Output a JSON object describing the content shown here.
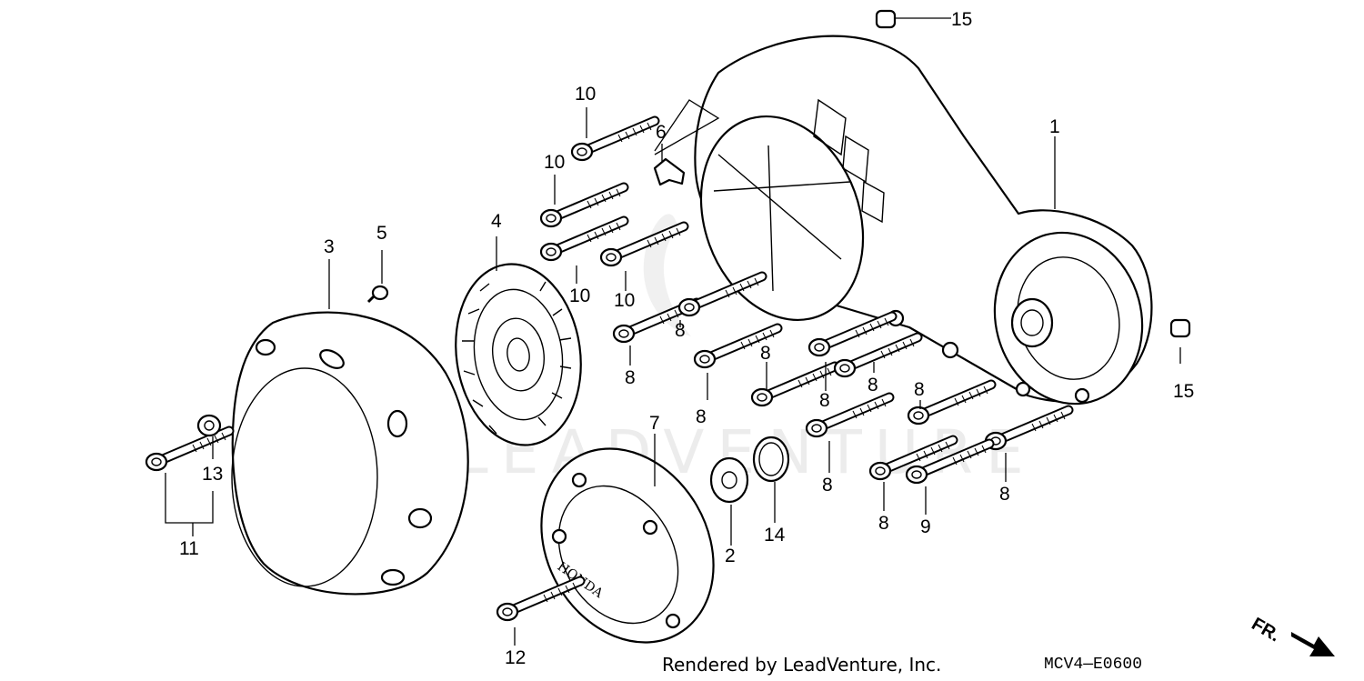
{
  "callouts": {
    "c1": "1",
    "c2": "2",
    "c3": "3",
    "c4": "4",
    "c5": "5",
    "c6": "6",
    "c7": "7",
    "c8": "8",
    "c9": "9",
    "c10": "10",
    "c11": "11",
    "c12": "12",
    "c13": "13",
    "c14": "14",
    "c15": "15"
  },
  "cover_emblem": "HONDA",
  "watermark": "LEADVENTURE",
  "direction_label": "FR.",
  "footer": {
    "credit": "Rendered by LeadVenture, Inc.",
    "diagram_code": "MCV4—E0600"
  }
}
